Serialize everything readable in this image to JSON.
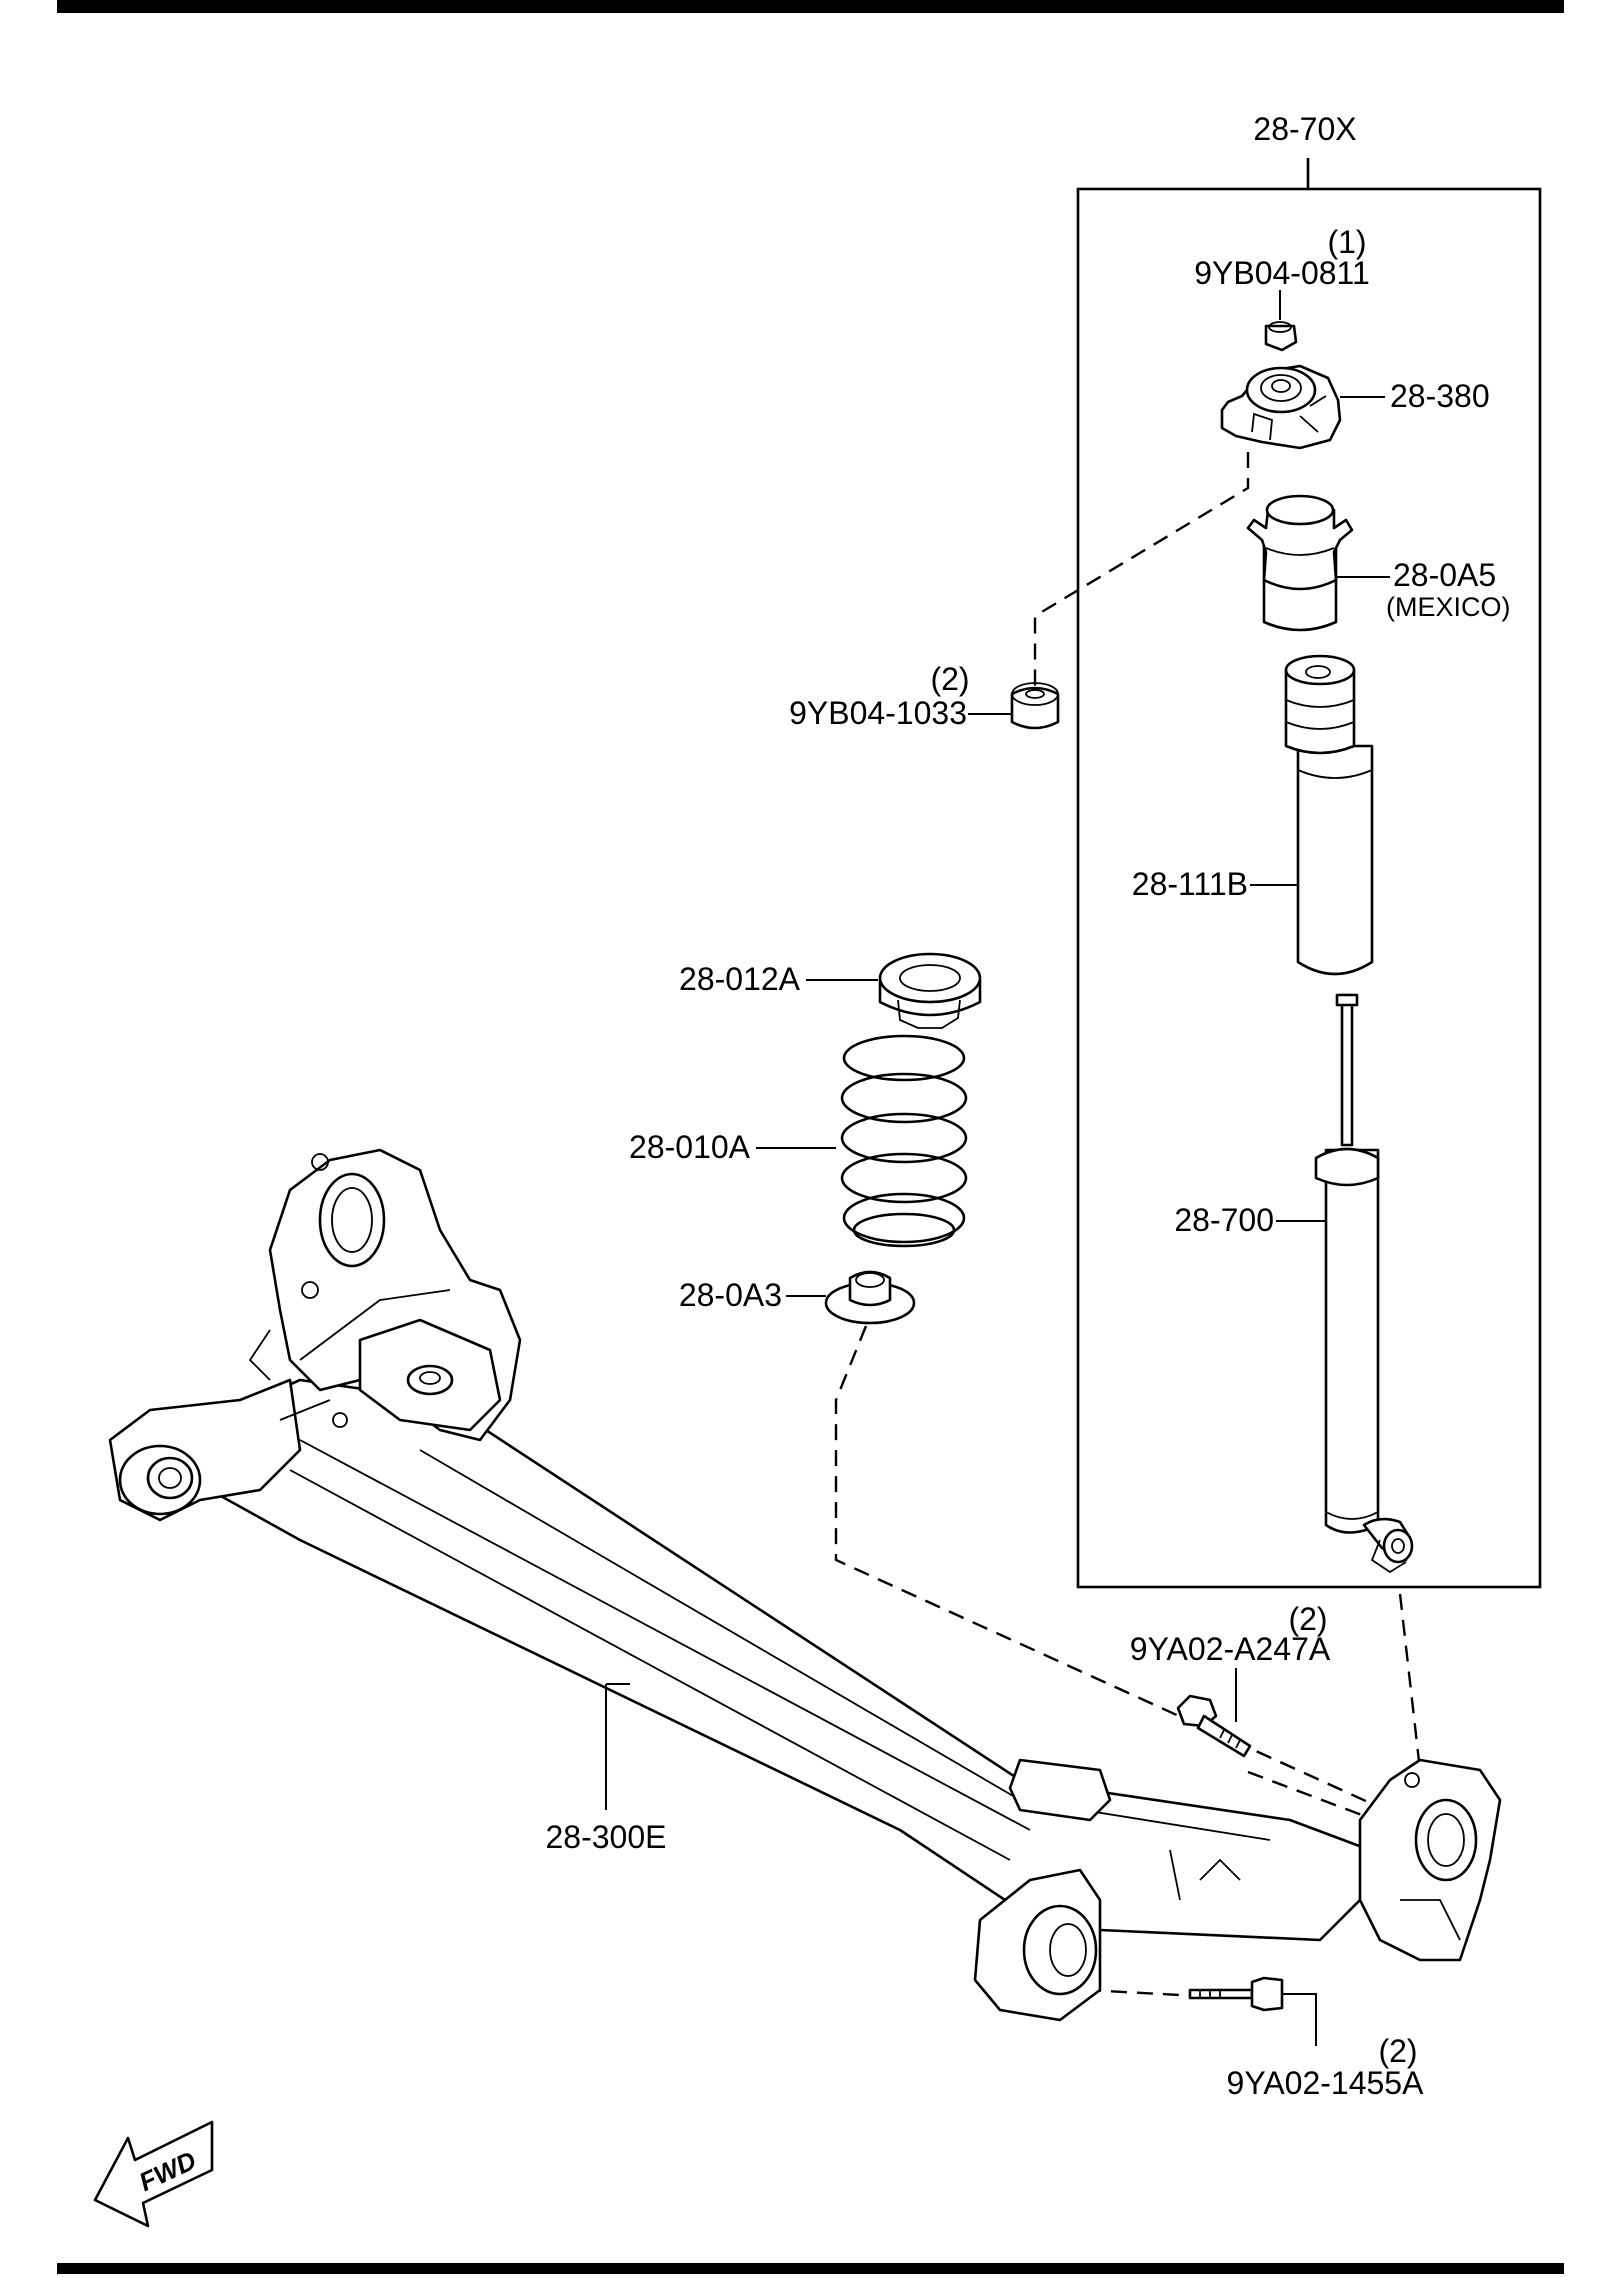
{
  "diagram": {
    "labels": {
      "assembly": "28-70X",
      "nut_qty": "(1)",
      "nut": "9YB04-0811",
      "mount": "28-380",
      "bumper": "28-0A5",
      "bumper_note": "(MEXICO)",
      "bush_nut_qty": "(2)",
      "bush_nut": "9YB04-1033",
      "dust_boot": "28-111B",
      "upper_seat": "28-012A",
      "spring": "28-010A",
      "lower_seat": "28-0A3",
      "shock": "28-700",
      "bolt_upper_qty": "(2)",
      "bolt_upper": "9YA02-A247A",
      "axle": "28-300E",
      "bolt_lower_qty": "(2)",
      "bolt_lower": "9YA02-1455A",
      "fwd": "FWD"
    }
  }
}
